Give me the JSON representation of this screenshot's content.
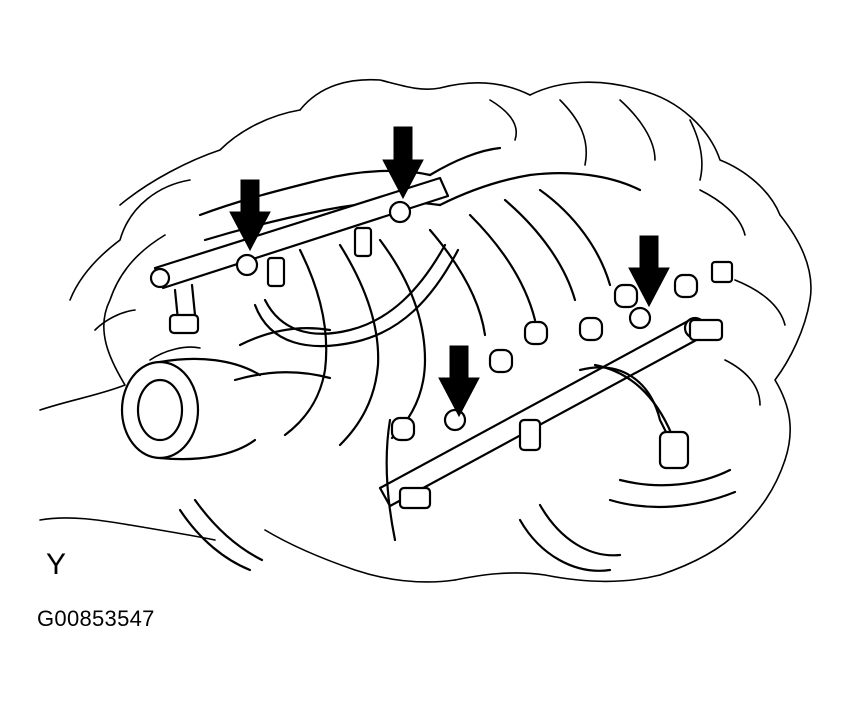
{
  "figure": {
    "view_label": "Y",
    "figure_id": "G00853547"
  },
  "callouts": [
    {
      "name": "arrow-bolt-left-rear",
      "icon": "down-arrow-icon"
    },
    {
      "name": "arrow-bolt-center-rear",
      "icon": "down-arrow-icon"
    },
    {
      "name": "arrow-bolt-right-front",
      "icon": "down-arrow-icon"
    },
    {
      "name": "arrow-bolt-center-front",
      "icon": "down-arrow-icon"
    }
  ],
  "colors": {
    "line": "#000000",
    "background": "#ffffff"
  }
}
